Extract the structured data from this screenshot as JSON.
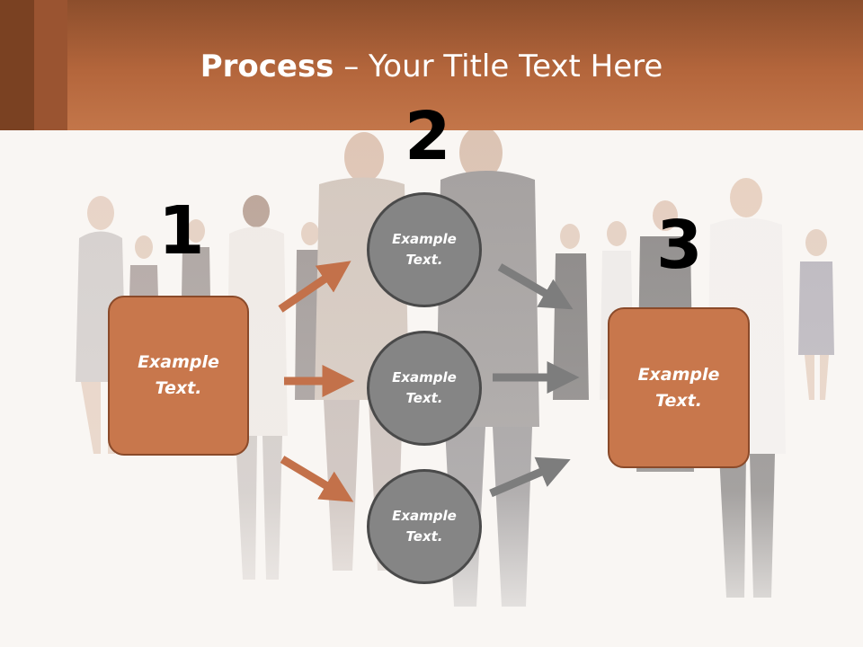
{
  "title": {
    "bold": "Process",
    "rest": " – Your Title Text Here"
  },
  "steps": {
    "one": {
      "number": "1",
      "text_line1": "Example",
      "text_line2": "Text."
    },
    "two": {
      "number": "2"
    },
    "three": {
      "number": "3",
      "text_line1": "Example",
      "text_line2": "Text."
    }
  },
  "circles": [
    {
      "line1": "Example",
      "line2": "Text."
    },
    {
      "line1": "Example",
      "line2": "Text."
    },
    {
      "line1": "Example",
      "line2": "Text."
    }
  ],
  "colors": {
    "header": "#b4663c",
    "box_fill": "#c8774c",
    "box_border": "#8a4a2a",
    "circle_fill": "#858585",
    "circle_border": "#4a4a4a",
    "arrow_orange": "#c3714a",
    "arrow_gray": "#7d7d7d"
  }
}
